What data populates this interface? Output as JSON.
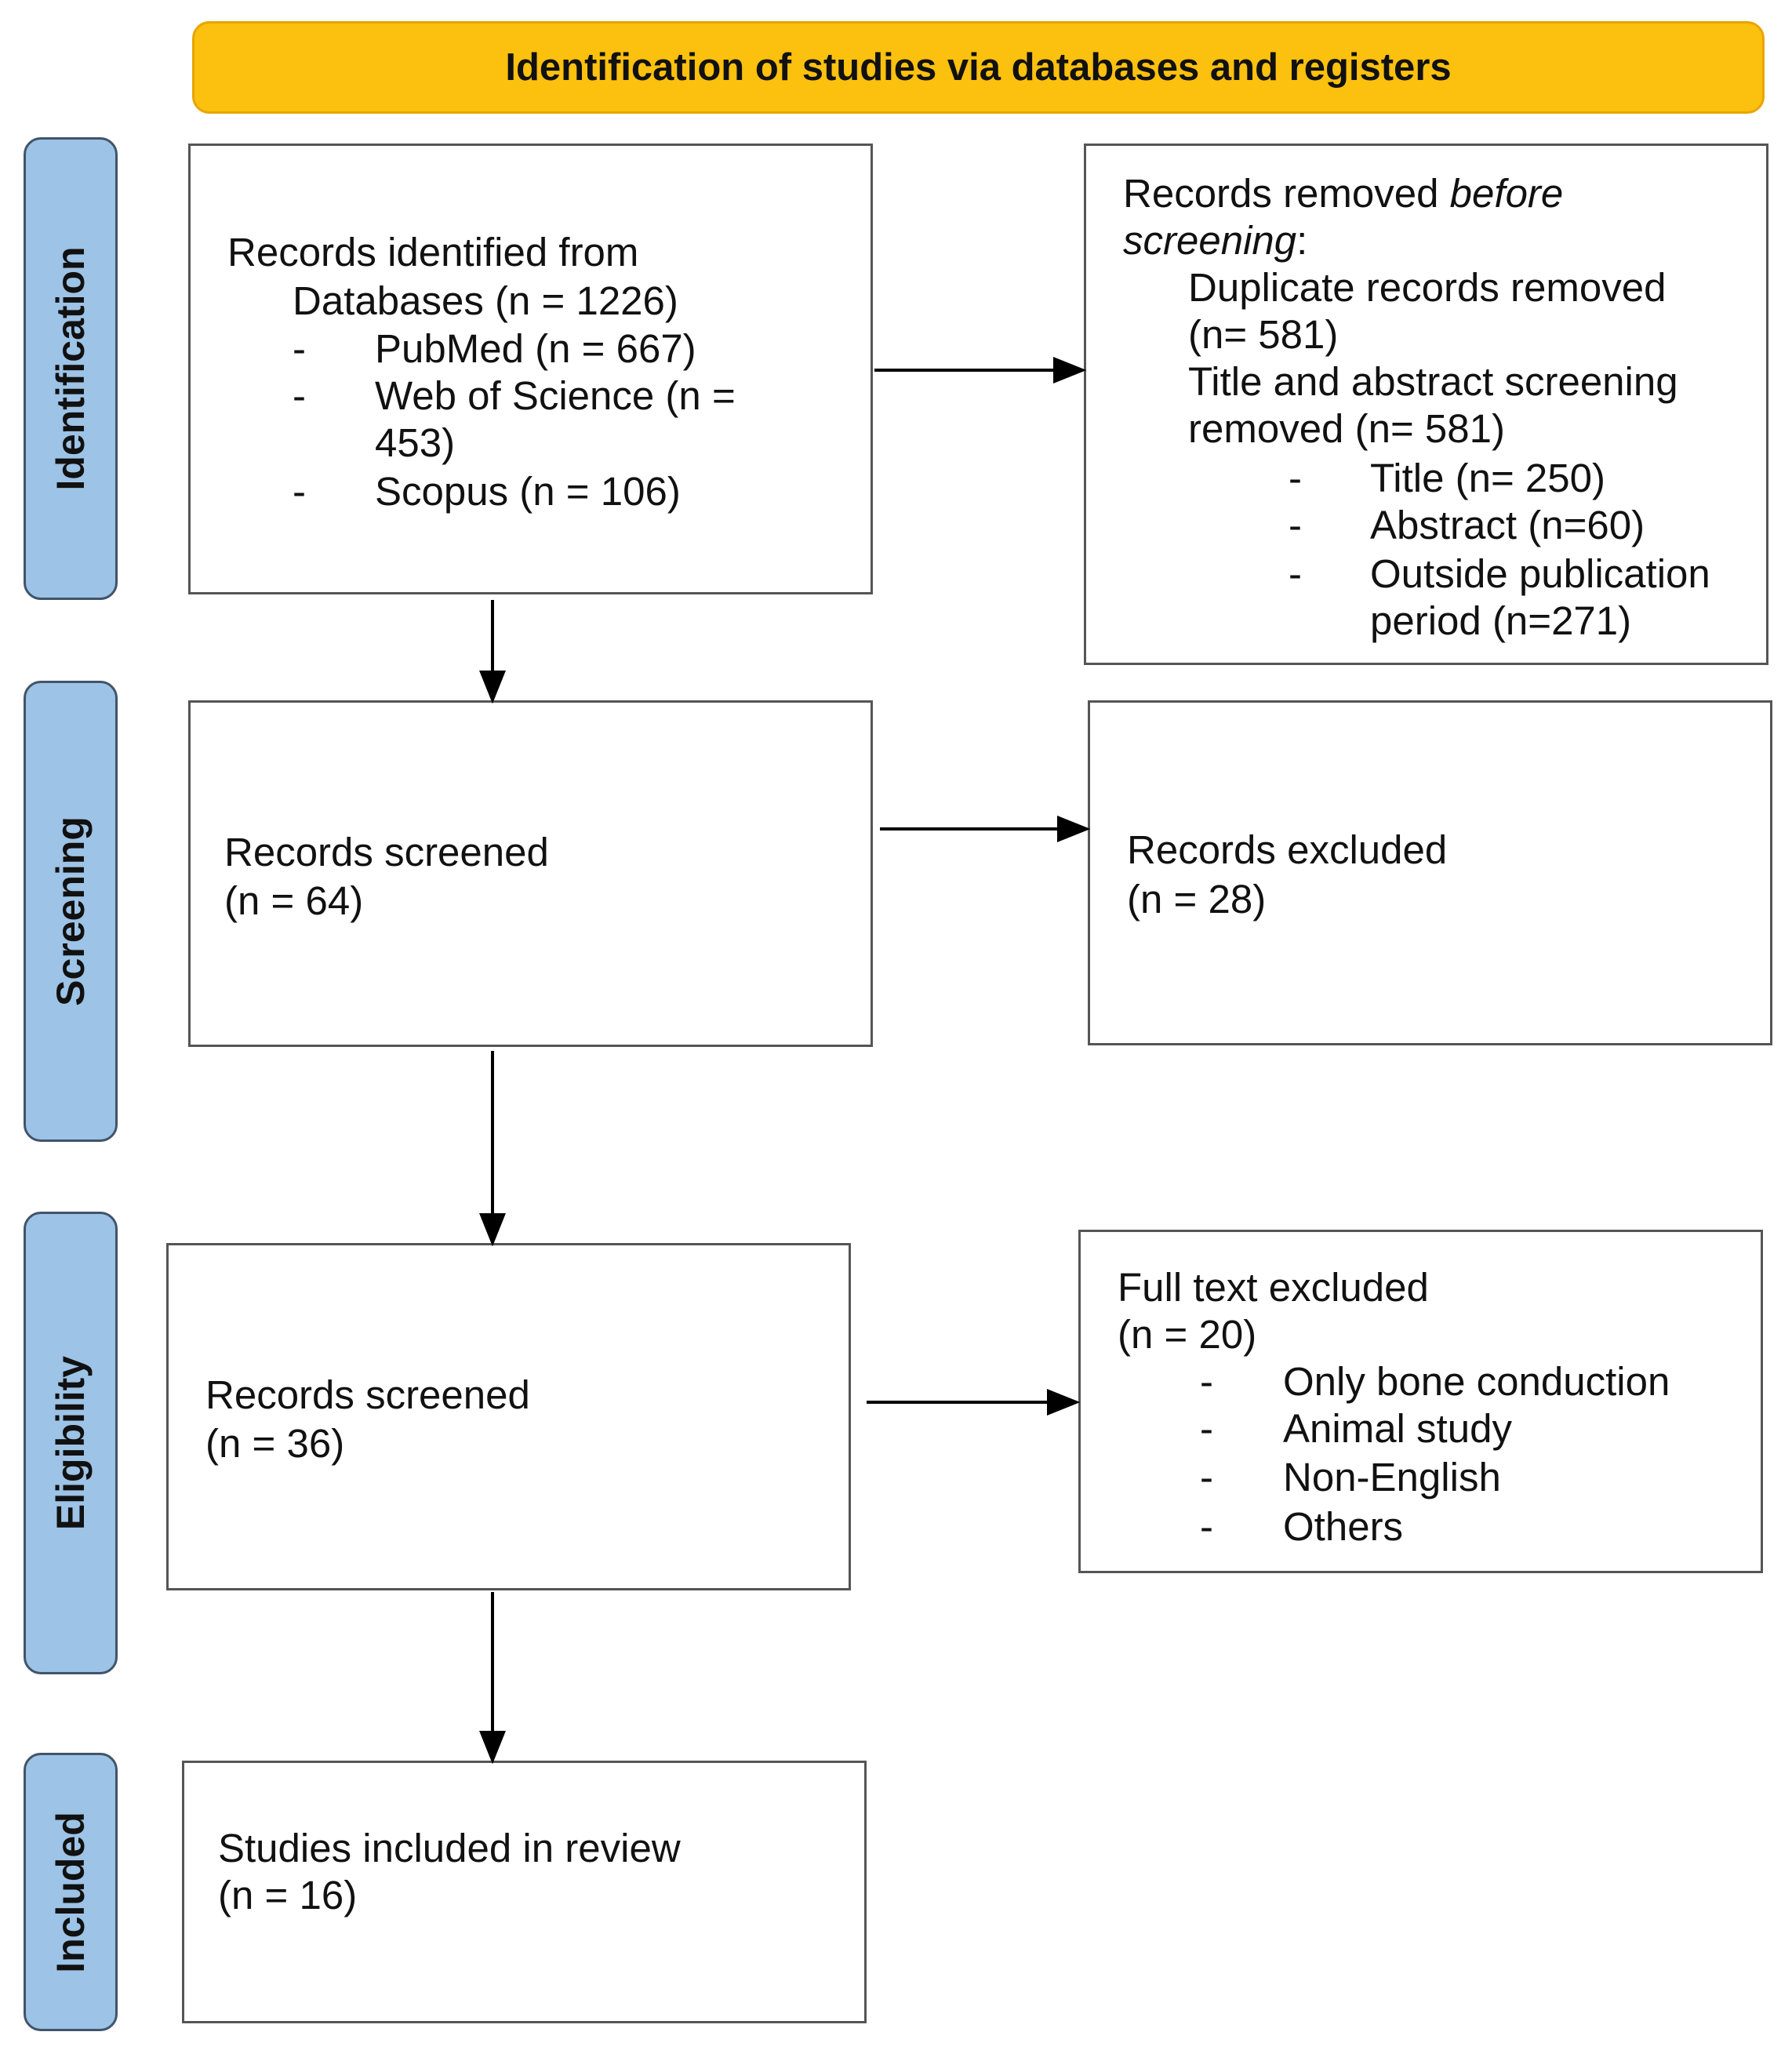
{
  "header": {
    "title": "Identification of studies via databases and registers"
  },
  "stages": {
    "identification": "Identification",
    "screening": "Screening",
    "eligibility": "Eligibility",
    "included": "Included"
  },
  "identified": {
    "line1": "Records identified from",
    "line2": "Databases (n = 1226)",
    "dash": "-",
    "pubmed": "PubMed (n = 667)",
    "wos_1": "Web of Science (n =",
    "wos_2": "453)",
    "scopus": "Scopus (n = 106)"
  },
  "removed": {
    "line1_a": "Records removed ",
    "line1_b": "before",
    "line2_a": "screening",
    "line2_b": ":",
    "dup_1": "Duplicate records removed",
    "dup_2": "(n= 581)",
    "tas_1": "Title and abstract screening",
    "tas_2": "removed (n= 581)",
    "dash": "-",
    "title": "Title (n= 250)",
    "abstract": "Abstract (n=60)",
    "outside_1": "Outside publication",
    "outside_2": "period (n=271)"
  },
  "screened": {
    "line1": "Records screened",
    "line2": "(n = 64)"
  },
  "excluded": {
    "line1": "Records excluded",
    "line2": "(n = 28)"
  },
  "eligible": {
    "line1": "Records screened",
    "line2": "(n = 36)"
  },
  "fulltext": {
    "line1": "Full text excluded",
    "line2": "(n = 20)",
    "dash": "-",
    "bone": "Only bone conduction",
    "animal": "Animal study",
    "nonenglish": "Non-English",
    "others": "Others"
  },
  "included": {
    "line1": "Studies included in review",
    "line2": "(n = 16)"
  }
}
